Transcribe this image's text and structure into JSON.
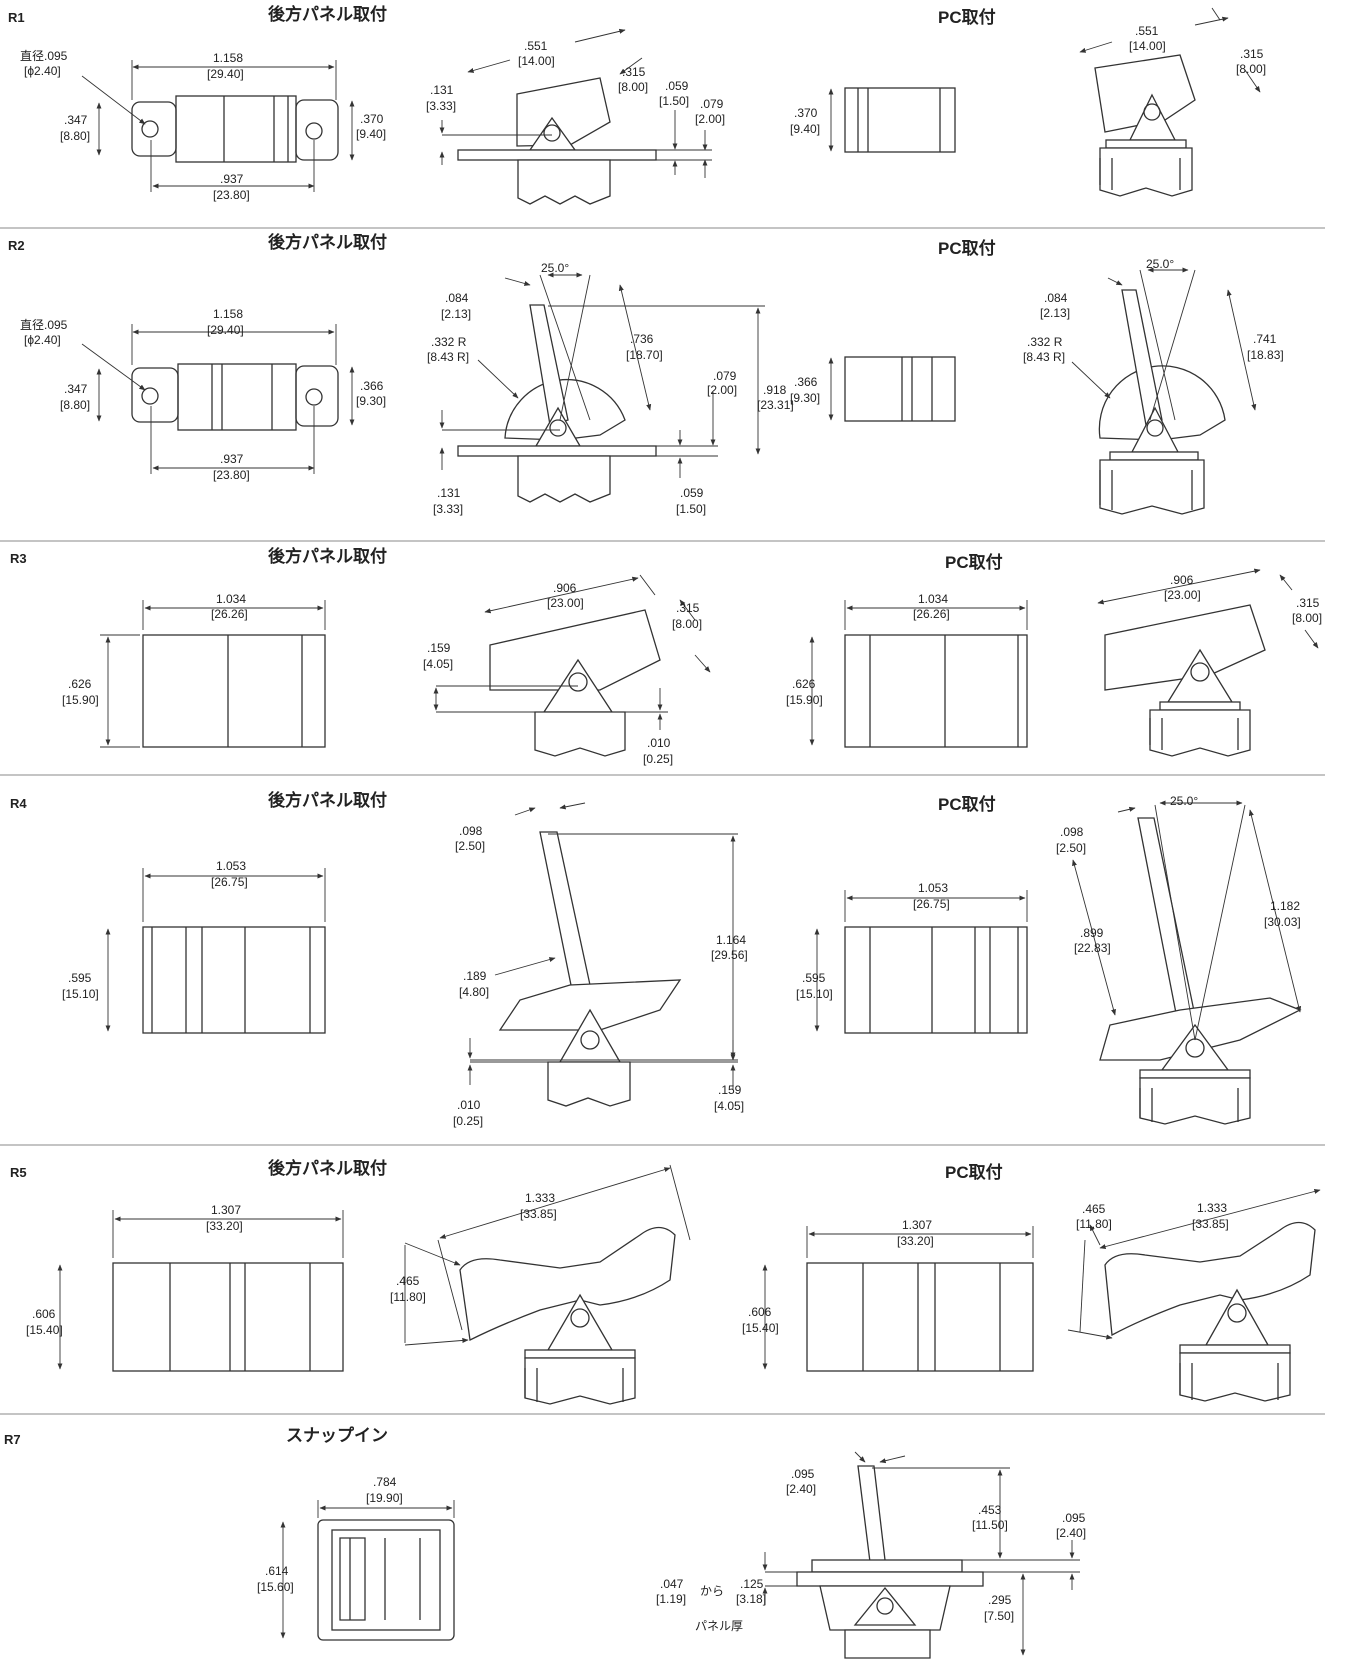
{
  "rows": [
    {
      "label": "R1",
      "title_rear": "後方パネル取付",
      "title_pc": "PC取付",
      "dims": {
        "hole_diameter": "直径.095",
        "hole_diameter_mm": "[ϕ2.40]",
        "width_in": "1.158",
        "width_mm": "[29.40]",
        "left_height_in": ".347",
        "left_height_mm": "[8.80]",
        "right_height_in": ".370",
        "right_height_mm": "[9.40]",
        "hole_span_in": ".937",
        "hole_span_mm": "[23.80]",
        "rocker_len_in": ".551",
        "rocker_len_mm": "[14.00]",
        "rocker_h_in": ".315",
        "rocker_h_mm": "[8.00]",
        "pivot_h_in": ".131",
        "pivot_h_mm": "[3.33]",
        "flange_in": ".059",
        "flange_mm": "[1.50]",
        "offset_in": ".079",
        "offset_mm": "[2.00]",
        "pc_height_in": ".370",
        "pc_height_mm": "[9.40]",
        "pc_len_in": ".551",
        "pc_len_mm": "[14.00]",
        "pc_h_in": ".315",
        "pc_h_mm": "[8.00]"
      }
    },
    {
      "label": "R2",
      "title_rear": "後方パネル取付",
      "title_pc": "PC取付",
      "dims": {
        "hole_diameter": "直径.095",
        "hole_diameter_mm": "[ϕ2.40]",
        "width_in": "1.158",
        "width_mm": "[29.40]",
        "left_height_in": ".347",
        "left_height_mm": "[8.80]",
        "right_height_in": ".366",
        "right_height_mm": "[9.30]",
        "hole_span_in": ".937",
        "hole_span_mm": "[23.80]",
        "angle": "25.0°",
        "tip_in": ".084",
        "tip_mm": "[2.13]",
        "radius_in": ".332 R",
        "radius_mm": "[8.43 R]",
        "lever_in": ".736",
        "lever_mm": "[18.70]",
        "offset_in": ".079",
        "offset_mm": "[2.00]",
        "total_in": ".918",
        "total_mm": "[23.31]",
        "pivot_h_in": ".131",
        "pivot_h_mm": "[3.33]",
        "flange_in": ".059",
        "flange_mm": "[1.50]",
        "pc_height_in": ".366",
        "pc_height_mm": "[9.30]",
        "pc_angle": "25.0°",
        "pc_tip_in": ".084",
        "pc_tip_mm": "[2.13]",
        "pc_radius_in": ".332 R",
        "pc_radius_mm": "[8.43 R]",
        "pc_lever_in": ".741",
        "pc_lever_mm": "[18.83]"
      }
    },
    {
      "label": "R3",
      "title_rear": "後方パネル取付",
      "title_pc": "PC取付",
      "dims": {
        "width_in": "1.034",
        "width_mm": "[26.26]",
        "height_in": ".626",
        "height_mm": "[15.90]",
        "rocker_len_in": ".906",
        "rocker_len_mm": "[23.00]",
        "rocker_h_in": ".315",
        "rocker_h_mm": "[8.00]",
        "pivot_in": ".159",
        "pivot_mm": "[4.05]",
        "gap_in": ".010",
        "gap_mm": "[0.25]",
        "pc_width_in": "1.034",
        "pc_width_mm": "[26.26]",
        "pc_height_in": ".626",
        "pc_height_mm": "[15.90]",
        "pc_len_in": ".906",
        "pc_len_mm": "[23.00]",
        "pc_h_in": ".315",
        "pc_h_mm": "[8.00]"
      }
    },
    {
      "label": "R4",
      "title_rear": "後方パネル取付",
      "title_pc": "PC取付",
      "dims": {
        "width_in": "1.053",
        "width_mm": "[26.75]",
        "height_in": ".595",
        "height_mm": "[15.10]",
        "tip_in": ".098",
        "tip_mm": "[2.50]",
        "total_in": "1.164",
        "total_mm": "[29.56]",
        "neck_in": ".189",
        "neck_mm": "[4.80]",
        "gap_in": ".010",
        "gap_mm": "[0.25]",
        "pivot_in": ".159",
        "pivot_mm": "[4.05]",
        "pc_width_in": "1.053",
        "pc_width_mm": "[26.75]",
        "pc_height_in": ".595",
        "pc_height_mm": "[15.10]",
        "pc_angle": "25.0°",
        "pc_tip_in": ".098",
        "pc_tip_mm": "[2.50]",
        "pc_lever_in": ".899",
        "pc_lever_mm": "[22.83]",
        "pc_total_in": "1.182",
        "pc_total_mm": "[30.03]"
      }
    },
    {
      "label": "R5",
      "title_rear": "後方パネル取付",
      "title_pc": "PC取付",
      "dims": {
        "width_in": "1.307",
        "width_mm": "[33.20]",
        "height_in": ".606",
        "height_mm": "[15.40]",
        "arc_len_in": "1.333",
        "arc_len_mm": "[33.85]",
        "arc_h_in": ".465",
        "arc_h_mm": "[11.80]",
        "pc_width_in": "1.307",
        "pc_width_mm": "[33.20]",
        "pc_height_in": ".606",
        "pc_height_mm": "[15.40]",
        "pc_arc_h_in": ".465",
        "pc_arc_h_mm": "[11.80]",
        "pc_arc_len_in": "1.333",
        "pc_arc_len_mm": "[33.85]"
      }
    },
    {
      "label": "R7",
      "title_snap": "スナップイン",
      "dims": {
        "width_in": ".784",
        "width_mm": "[19.90]",
        "height_in": ".614",
        "height_mm": "[15.60]",
        "tip_in": ".095",
        "tip_mm": "[2.40]",
        "lever_in": ".453",
        "lever_mm": "[11.50]",
        "side_in": ".095",
        "side_mm": "[2.40]",
        "panel_min_in": ".047",
        "panel_min_mm": "[1.19]",
        "from_to": "から",
        "panel_max_in": ".125",
        "panel_max_mm": "[3.18]",
        "depth_in": ".295",
        "depth_mm": "[7.50]",
        "panel_thickness": "パネル厚"
      }
    }
  ]
}
